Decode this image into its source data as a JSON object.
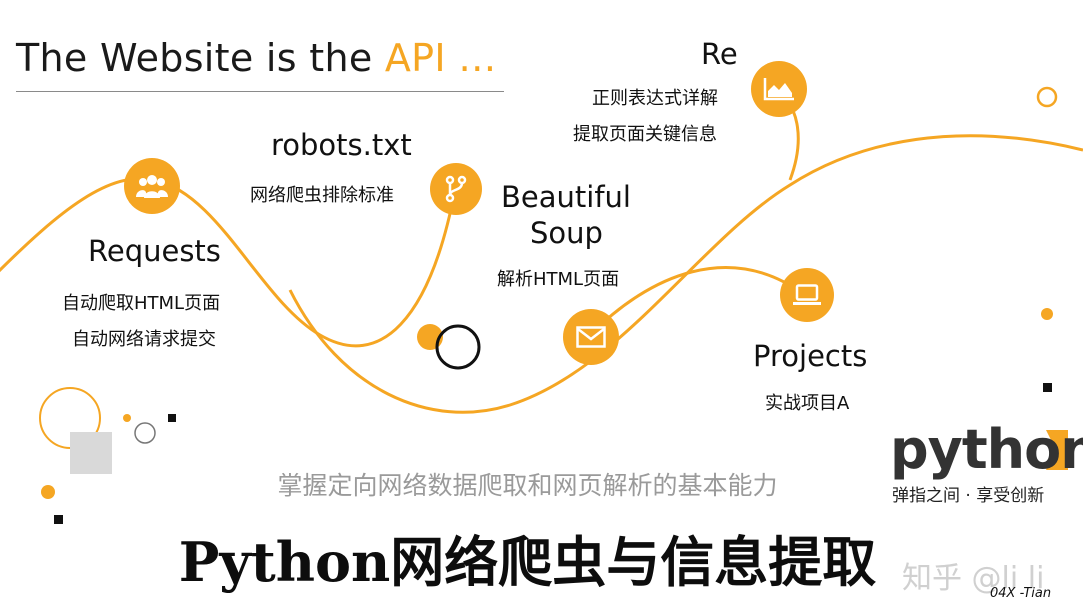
{
  "title": {
    "main": "The Website is the ",
    "accent": "API …"
  },
  "steps": {
    "requests": {
      "name": "Requests",
      "desc1": "自动爬取HTML页面",
      "desc2": "自动网络请求提交",
      "icon": "people-icon"
    },
    "robots": {
      "name": "robots.txt",
      "desc1": "网络爬虫排除标准",
      "icon": "fork-icon"
    },
    "soup": {
      "name1": "Beautiful",
      "name2": "Soup",
      "desc1": "解析HTML页面",
      "icon": "envelope-icon"
    },
    "re": {
      "name": "Re",
      "desc1": "正则表达式详解",
      "desc2": "提取页面关键信息",
      "icon": "area-chart-icon"
    },
    "projects": {
      "name": "Projects",
      "desc1": "实战项目A",
      "icon": "laptop-icon"
    }
  },
  "subtitle": "掌握定向网络数据爬取和网页解析的基本能力",
  "main_title": "Python网络爬虫与信息提取",
  "logo": {
    "word": "python",
    "tagline": "弹指之间 · 享受创新"
  },
  "watermark": "知乎 @li li",
  "signature": "04X -Tian",
  "colors": {
    "accent": "#f5a623",
    "text": "#111111",
    "subtle": "#9a9a9a"
  }
}
